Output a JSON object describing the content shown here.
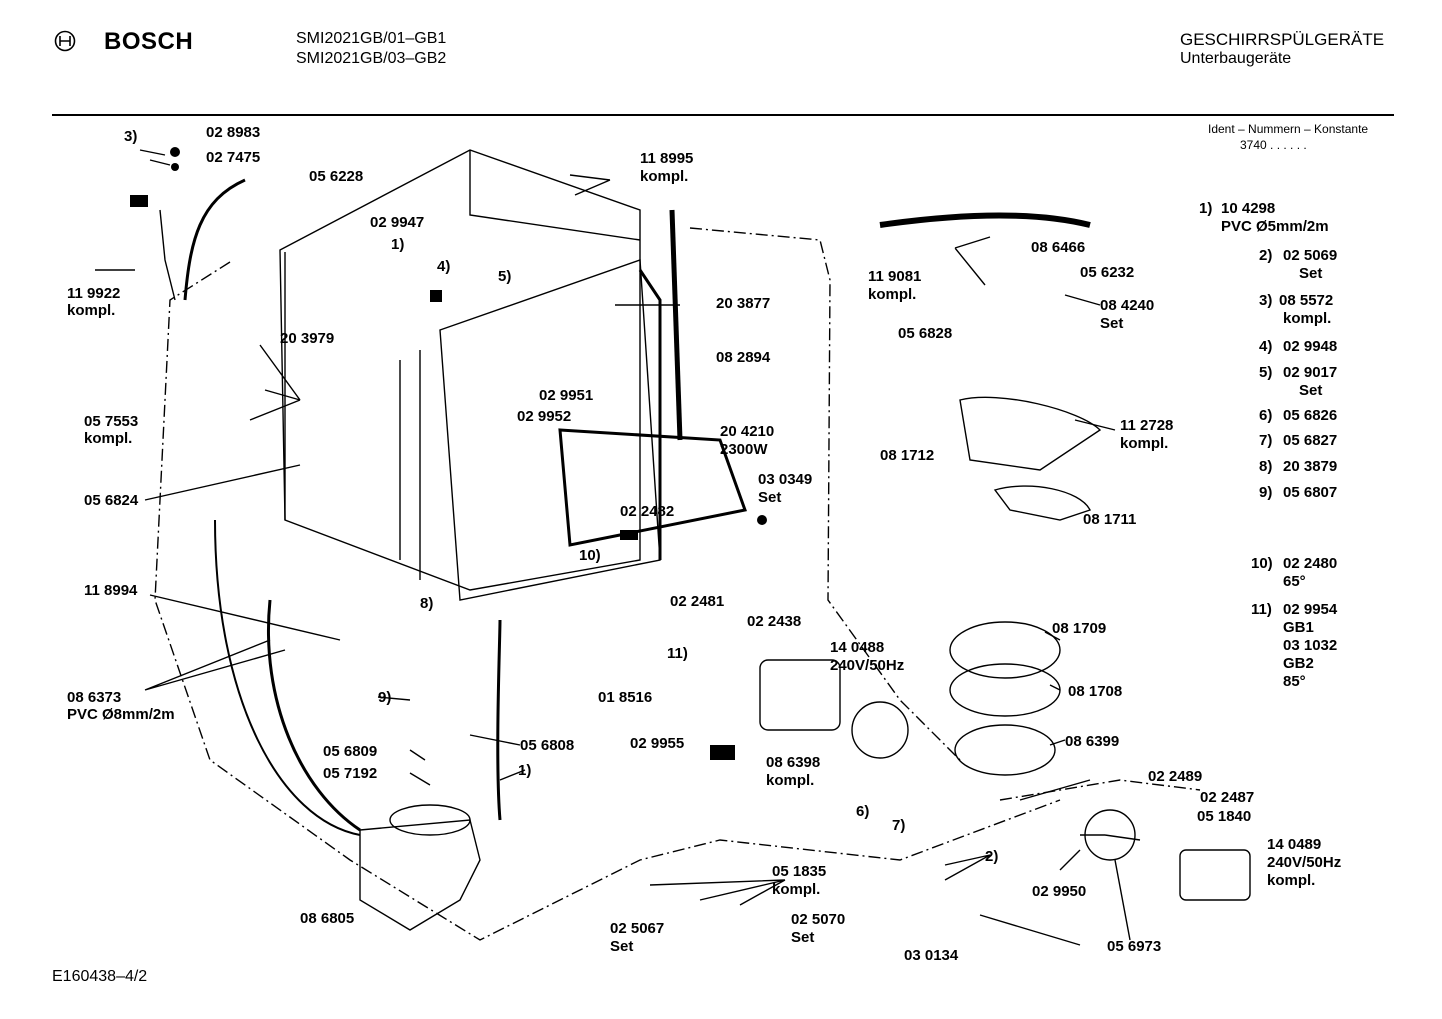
{
  "header": {
    "brand": "BOSCH",
    "model_line1": "SMI2021GB/01–GB1",
    "model_line2": "SMI2021GB/03–GB2",
    "category": "GESCHIRRSPÜLGERÄTE",
    "subcategory": "Unterbaugeräte",
    "ident_heading": "Ident – Nummern – Konstante",
    "ident_value": "3740  .  .  .  .  .  ."
  },
  "footer": {
    "drawing_id": "E160438–4/2"
  },
  "legend": [
    {
      "key": "1)",
      "line1": "10 4298",
      "line2": "PVC Ø5mm/2m"
    },
    {
      "key": "2)",
      "line1": "02 5069",
      "line2": "Set"
    },
    {
      "key": "3)",
      "line1": "08 5572",
      "line2": "kompl."
    },
    {
      "key": "4)",
      "line1": "02 9948",
      "line2": ""
    },
    {
      "key": "5)",
      "line1": "02 9017",
      "line2": "Set"
    },
    {
      "key": "6)",
      "line1": "05 6826",
      "line2": ""
    },
    {
      "key": "7)",
      "line1": "05 6827",
      "line2": ""
    },
    {
      "key": "8)",
      "line1": "20 3879",
      "line2": ""
    },
    {
      "key": "9)",
      "line1": "05 6807",
      "line2": ""
    },
    {
      "key": "10)",
      "line1": "02 2480",
      "line2": "65°"
    },
    {
      "key": "11)",
      "line1": "02 9954",
      "line2": "GB1",
      "line3": "03 1032",
      "line4": "GB2",
      "line5": "85°"
    }
  ],
  "labels": {
    "l_3": "3)",
    "l_028983": "02 8983",
    "l_027475": "02 7475",
    "l_056228": "05 6228",
    "l_119922": "11 9922",
    "l_119922k": "kompl.",
    "l_118995": "11 8995",
    "l_118995k": "kompl.",
    "l_029947": "02 9947",
    "l_1a": "1)",
    "l_4": "4)",
    "l_5": "5)",
    "l_203877": "20 3877",
    "l_203979": "20 3979",
    "l_082894": "08 2894",
    "l_029951": "02 9951",
    "l_029952": "02 9952",
    "l_057553": "05 7553",
    "l_057553k": "kompl.",
    "l_056824": "05 6824",
    "l_204210": "20 4210",
    "l_2300w": "2300W",
    "l_030349": "03 0349",
    "l_030349s": "Set",
    "l_022482": "02 2482",
    "l_10": "10)",
    "l_118994": "11 8994",
    "l_8": "8)",
    "l_022481": "02 2481",
    "l_11": "11)",
    "l_018516": "01 8516",
    "l_086373": "08 6373",
    "l_086373p": "PVC Ø8mm/2m",
    "l_9": "9)",
    "l_056809": "05 6809",
    "l_057192": "05 7192",
    "l_056808": "05 6808",
    "l_1b": "1)",
    "l_022438": "02 2438",
    "l_140488": "14 0488",
    "l_240v": "240V/50Hz",
    "l_029955": "02 9955",
    "l_086398": "08 6398",
    "l_086398k": "kompl.",
    "l_6": "6)",
    "l_7": "7)",
    "l_086805": "08 6805",
    "l_051835": "05 1835",
    "l_051835k": "kompl.",
    "l_025067": "02 5067",
    "l_025067s": "Set",
    "l_025070": "02 5070",
    "l_025070s": "Set",
    "l_2": "2)",
    "l_030134": "03 0134",
    "l_086466": "08 6466",
    "l_119081": "11 9081",
    "l_119081k": "kompl.",
    "l_056232": "05 6232",
    "l_084240": "08 4240",
    "l_084240s": "Set",
    "l_056828": "05 6828",
    "l_112728": "11 2728",
    "l_112728k": "kompl.",
    "l_081712": "08 1712",
    "l_081711": "08 1711",
    "l_081709": "08 1709",
    "l_081708": "08 1708",
    "l_086399": "08 6399",
    "l_022489": "02 2489",
    "l_022487": "02 2487",
    "l_051840": "05 1840",
    "l_140489": "14 0489",
    "l_240v2": "240V/50Hz",
    "l_140489k": "kompl.",
    "l_029950": "02 9950",
    "l_056973": "05 6973"
  }
}
